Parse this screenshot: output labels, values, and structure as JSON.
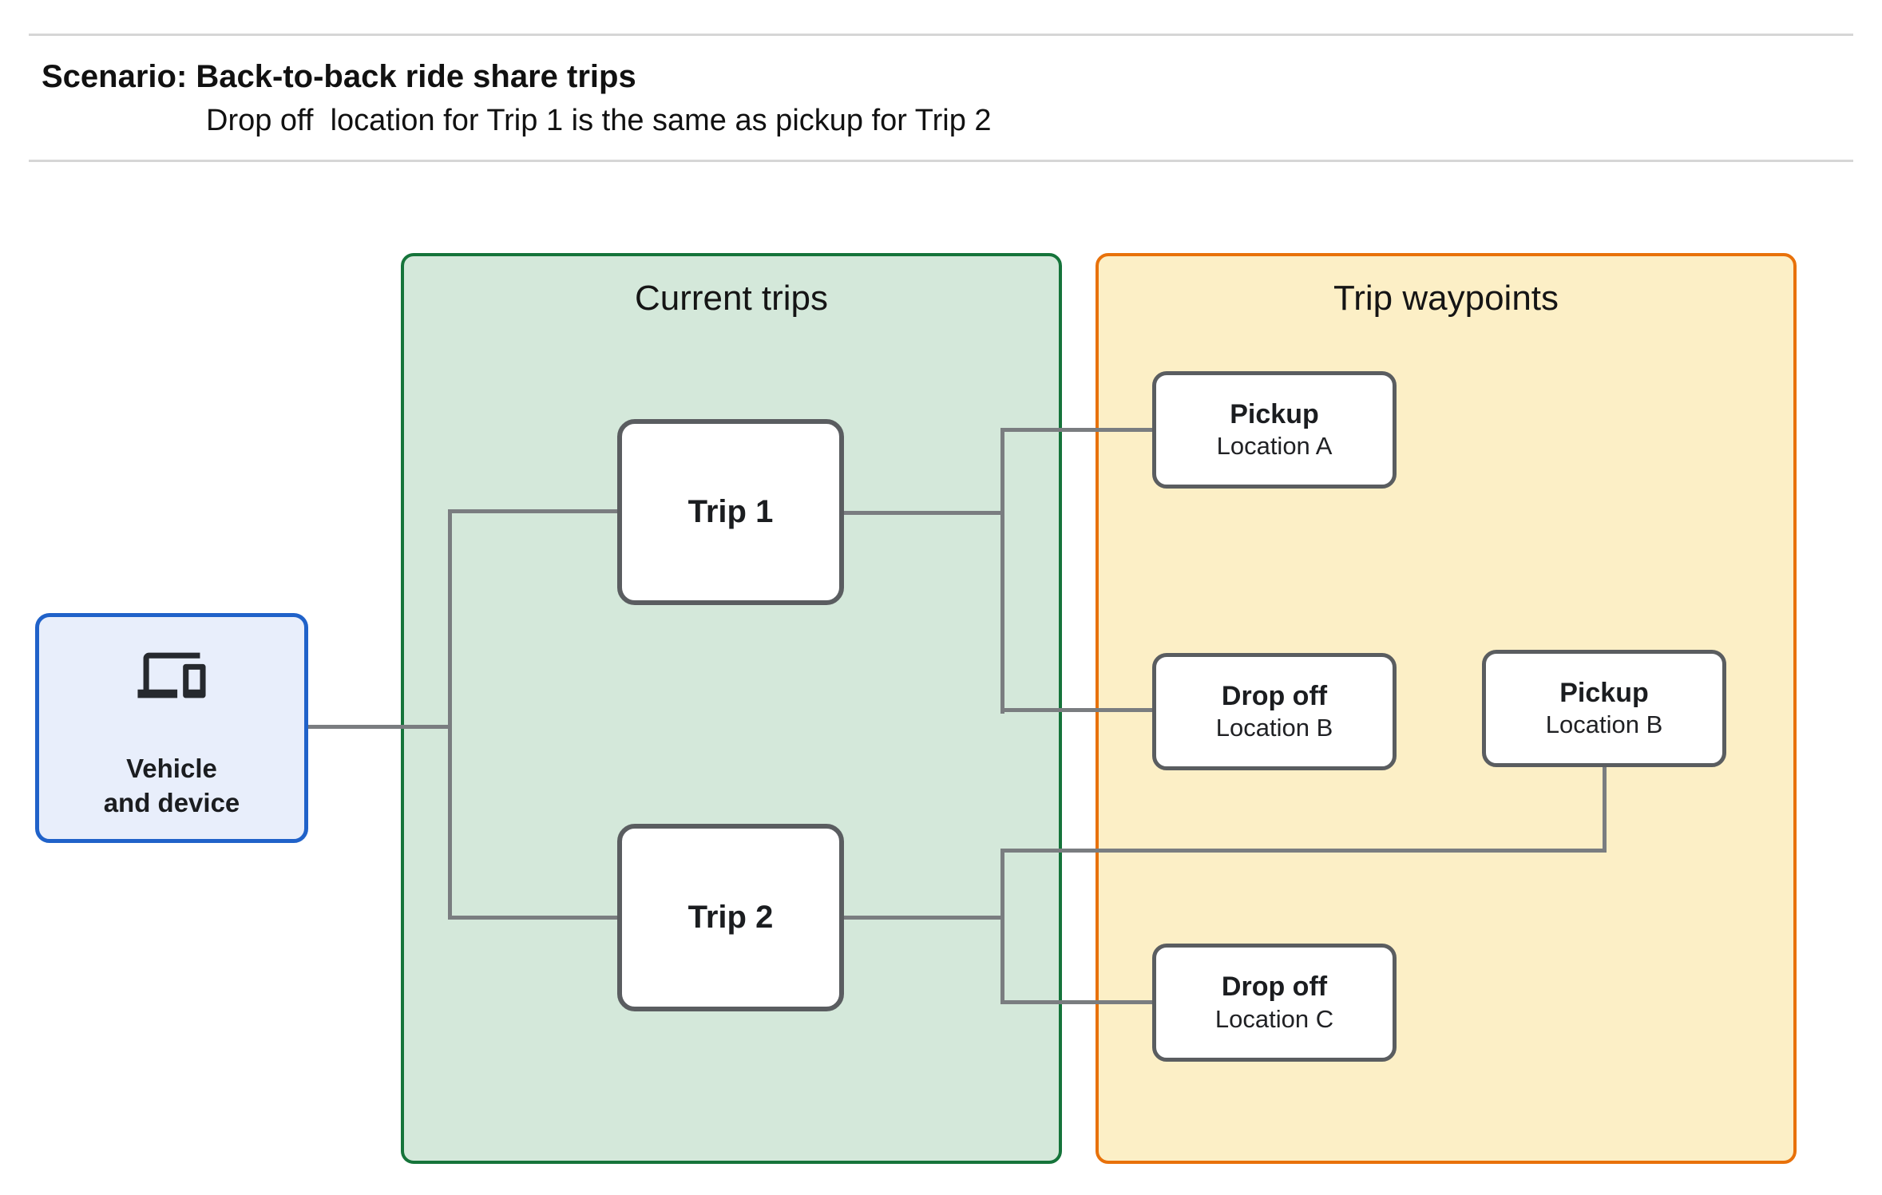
{
  "header": {
    "title": "Scenario: Back-to-back ride share trips",
    "subtitle": "Drop off  location for Trip 1 is the same as pickup for Trip 2"
  },
  "vehicle": {
    "icon": "devices-icon",
    "label_line1": "Vehicle",
    "label_line2": "and device"
  },
  "groups": {
    "current_trips": {
      "title": "Current trips",
      "fill": "#d4e8da",
      "border": "#15743a"
    },
    "trip_waypoints": {
      "title": "Trip waypoints",
      "fill": "#fcefc6",
      "border": "#e8710a"
    }
  },
  "trips": [
    {
      "label": "Trip 1"
    },
    {
      "label": "Trip 2"
    }
  ],
  "waypoints": [
    {
      "title": "Pickup",
      "subtitle": "Location A"
    },
    {
      "title": "Drop off",
      "subtitle": "Location B"
    },
    {
      "title": "Pickup",
      "subtitle": "Location B"
    },
    {
      "title": "Drop off",
      "subtitle": "Location C"
    }
  ],
  "colors": {
    "vehicle_fill": "#e8eefb",
    "vehicle_border": "#2062c9",
    "node_border": "#5a5d60",
    "connector": "#7a7d80",
    "divider": "#d6d6d6",
    "text": "#202124"
  }
}
